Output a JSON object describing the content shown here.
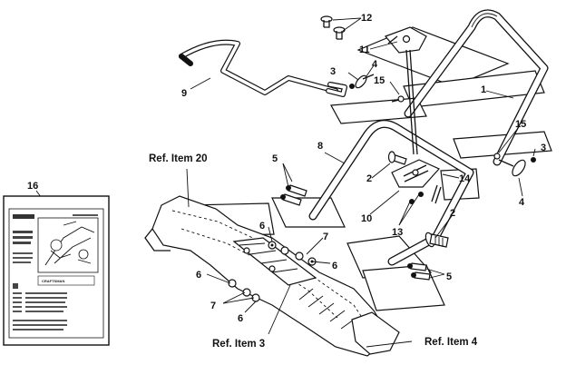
{
  "callouts": {
    "c1": "1",
    "c2a": "2",
    "c2b": "2",
    "c3a": "3",
    "c3b": "3",
    "c4a": "4",
    "c4b": "4",
    "c5a": "5",
    "c5b": "5",
    "c6a": "6",
    "c6b": "6",
    "c6c": "6",
    "c6d": "6",
    "c7a": "7",
    "c7b": "7",
    "c8": "8",
    "c9": "9",
    "c10": "10",
    "c11": "11",
    "c12": "12",
    "c13": "13",
    "c14": "14",
    "c15a": "15",
    "c15b": "15",
    "c16": "16"
  },
  "references": {
    "item20": "Ref. Item 20",
    "item3": "Ref. Item 3",
    "item4": "Ref. Item 4"
  },
  "decal": {
    "brand": "CRAFTSMAN"
  }
}
